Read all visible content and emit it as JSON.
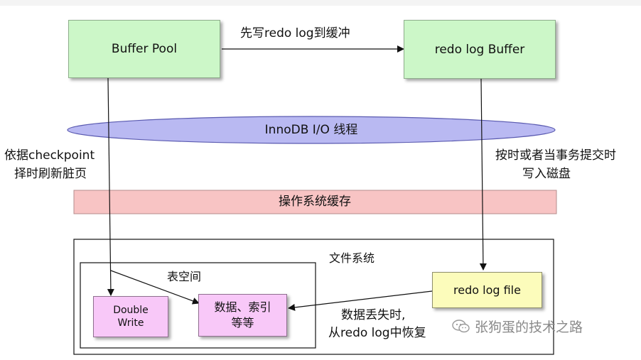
{
  "boxes": {
    "buffer_pool": "Buffer Pool",
    "redo_log_buffer": "redo log Buffer",
    "redo_log_file": "redo log file",
    "double_write_line1": "Double",
    "double_write_line2": "Write",
    "data_index_line1": "数据、索引",
    "data_index_line2": "等等"
  },
  "bands": {
    "io_thread": "InnoDB I/O 线程",
    "os_cache": "操作系统缓存"
  },
  "containers": {
    "file_system": "文件系统",
    "tablespace": "表空间"
  },
  "arrows": {
    "write_redo_to_buffer": "先写redo log到缓冲",
    "checkpoint_line1": "依据checkpoint",
    "checkpoint_line2": "择时刷新脏页",
    "commit_line1": "按时或者当事务提交时",
    "commit_line2": "写入磁盘",
    "recover_line1": "数据丢失时,",
    "recover_line2": "从redo log中恢复"
  },
  "watermark": {
    "text": "张狗蛋的技术之路",
    "icon": "wechat-icon"
  },
  "colors": {
    "green_box": "#ccf7c8",
    "yellow_box": "#fcfcbb",
    "pink_box": "#f8c8f8",
    "ellipse": "#b9b9f2",
    "os_band": "#f8c4c4"
  }
}
